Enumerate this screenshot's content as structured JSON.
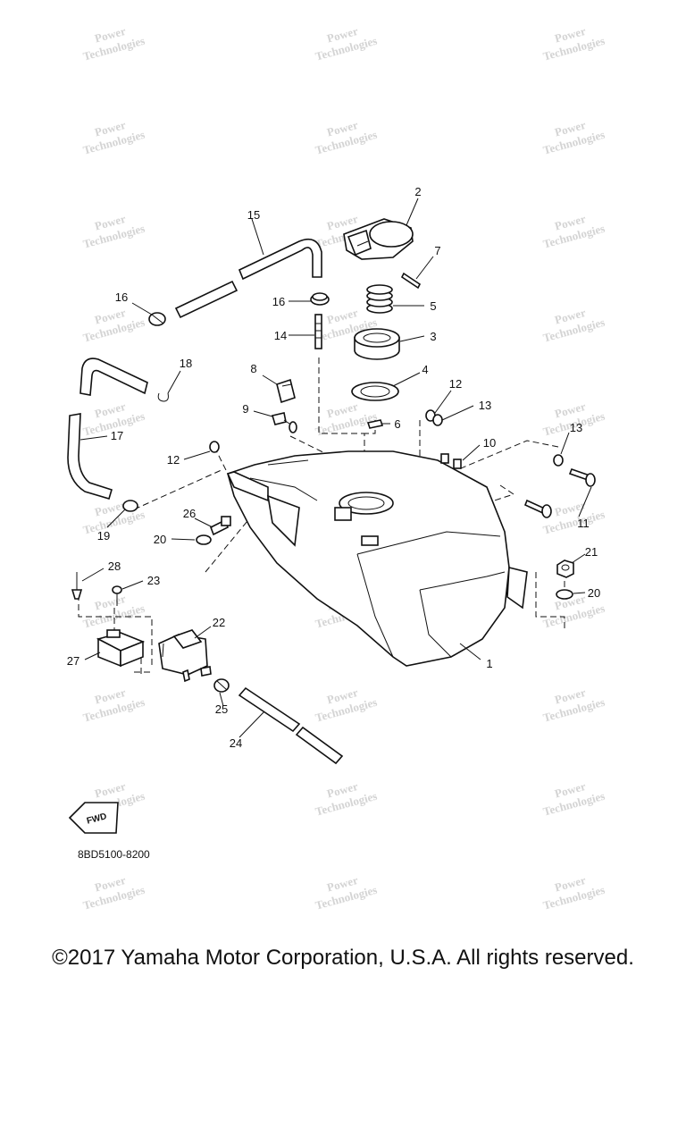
{
  "watermark": {
    "line1": "Power",
    "line2": "Technologies"
  },
  "diagram_code": "8BD5100-8200",
  "fwd_label": "FWD",
  "callouts": {
    "c1": "1",
    "c2": "2",
    "c3": "3",
    "c4": "4",
    "c5": "5",
    "c6": "6",
    "c7": "7",
    "c8": "8",
    "c9": "9",
    "c10": "10",
    "c11": "11",
    "c12a": "12",
    "c12b": "12",
    "c13a": "13",
    "c13b": "13",
    "c14": "14",
    "c15": "15",
    "c16a": "16",
    "c16b": "16",
    "c17": "17",
    "c18": "18",
    "c19": "19",
    "c20a": "20",
    "c20b": "20",
    "c21": "21",
    "c22": "22",
    "c23": "23",
    "c24": "24",
    "c25": "25",
    "c26": "26",
    "c27": "27",
    "c28": "28"
  },
  "copyright": "©2017 Yamaha Motor Corporation, U.S.A. All rights reserved."
}
